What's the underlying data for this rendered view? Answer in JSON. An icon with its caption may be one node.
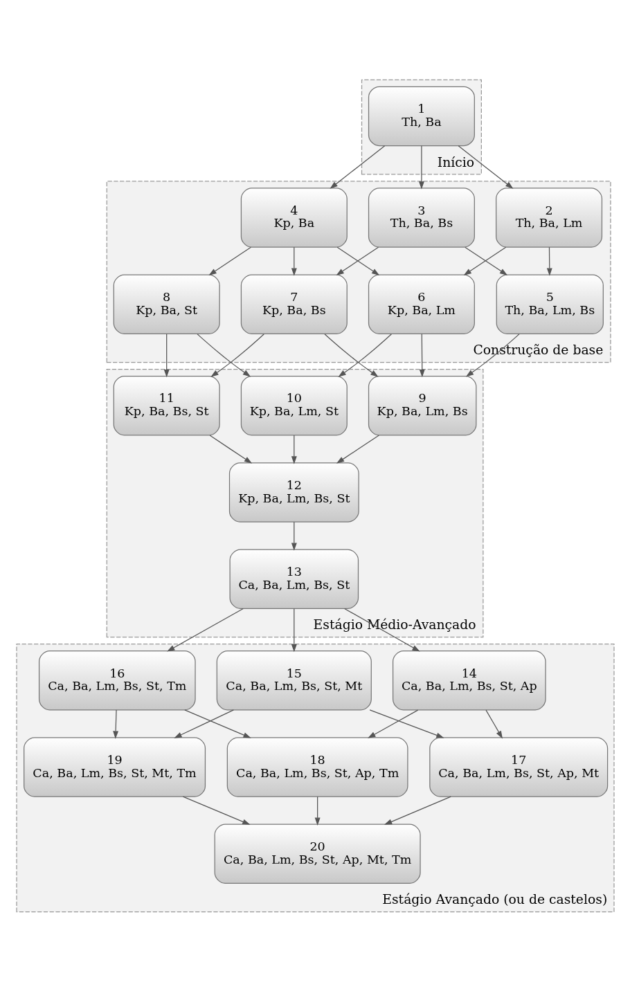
{
  "diagram": {
    "nodes": [
      {
        "text": [
          "Início"
        ]
      },
      {
        "text": [
          "1",
          "Th, Ba"
        ],
        "in": 0
      },
      {
        "text": [
          "Construção de base"
        ]
      },
      {
        "text": [
          "2",
          "Th, Ba, Lm"
        ],
        "in": 2
      },
      {
        "text": [
          "3",
          "Th, Ba, Bs"
        ],
        "in": 2
      },
      {
        "text": [
          "4",
          "Kp, Ba"
        ],
        "in": 2
      },
      {
        "text": [
          "5",
          "Th, Ba, Lm, Bs"
        ],
        "in": 2
      },
      {
        "text": [
          "6",
          "Kp, Ba, Lm"
        ],
        "in": 2
      },
      {
        "text": [
          "7",
          "Kp, Ba, Bs"
        ],
        "in": 2
      },
      {
        "text": [
          "8",
          "Kp, Ba, St"
        ],
        "in": 2
      },
      {
        "text": [
          "Estágio Médio-Avançado"
        ]
      },
      {
        "text": [
          "9",
          "Kp, Ba, Lm, Bs"
        ],
        "in": 10
      },
      {
        "text": [
          "10",
          "Kp, Ba, Lm, St"
        ],
        "in": 10
      },
      {
        "text": [
          "11",
          "Kp, Ba, Bs, St"
        ],
        "in": 10
      },
      {
        "text": [
          "12",
          "Kp, Ba, Lm, Bs, St"
        ],
        "in": 10
      },
      {
        "text": [
          "13",
          "Ca, Ba, Lm, Bs, St"
        ],
        "in": 10
      },
      {
        "text": [
          "Estágio Avançado (ou de castelos)"
        ]
      },
      {
        "text": [
          "14",
          "Ca, Ba, Lm, Bs, St, Ap"
        ],
        "in": 16
      },
      {
        "text": [
          "15",
          "Ca, Ba, Lm, Bs, St, Mt"
        ],
        "in": 16
      },
      {
        "text": [
          "16",
          "Ca, Ba, Lm, Bs, St, Tm"
        ],
        "in": 16
      },
      {
        "text": [
          "17",
          "Ca, Ba, Lm, Bs, St, Ap, Mt"
        ],
        "in": 16
      },
      {
        "text": [
          "18",
          "Ca, Ba, Lm, Bs, St, Ap, Tm"
        ],
        "in": 16
      },
      {
        "text": [
          "19",
          "Ca, Ba, Lm, Bs, St, Mt, Tm"
        ],
        "in": 16
      },
      {
        "text": [
          "20",
          "Ca, Ba, Lm, Bs, St, Ap, Mt, Tm"
        ],
        "in": 16
      }
    ],
    "edges": [
      {
        "from": 1,
        "to": 3,
        "arrow": "to"
      },
      {
        "from": 1,
        "to": 4,
        "arrow": "to"
      },
      {
        "from": 1,
        "to": 5,
        "arrow": "to"
      },
      {
        "from": 3,
        "to": 6,
        "arrow": "to"
      },
      {
        "from": 3,
        "to": 7,
        "arrow": "to"
      },
      {
        "from": 4,
        "to": 6,
        "arrow": "to"
      },
      {
        "from": 4,
        "to": 8,
        "arrow": "to"
      },
      {
        "from": 5,
        "to": 7,
        "arrow": "to"
      },
      {
        "from": 5,
        "to": 8,
        "arrow": "to"
      },
      {
        "from": 5,
        "to": 9,
        "arrow": "to"
      },
      {
        "from": 6,
        "to": 11,
        "arrow": "to"
      },
      {
        "from": 7,
        "to": 11,
        "arrow": "to"
      },
      {
        "from": 7,
        "to": 12,
        "arrow": "to"
      },
      {
        "from": 8,
        "to": 11,
        "arrow": "to"
      },
      {
        "from": 8,
        "to": 13,
        "arrow": "to"
      },
      {
        "from": 9,
        "to": 12,
        "arrow": "to"
      },
      {
        "from": 9,
        "to": 13,
        "arrow": "to"
      },
      {
        "from": 11,
        "to": 14,
        "arrow": "to"
      },
      {
        "from": 12,
        "to": 14,
        "arrow": "to"
      },
      {
        "from": 13,
        "to": 14,
        "arrow": "to"
      },
      {
        "from": 14,
        "to": 15,
        "arrow": "to"
      },
      {
        "from": 15,
        "to": 17,
        "arrow": "to"
      },
      {
        "from": 15,
        "to": 18,
        "arrow": "to"
      },
      {
        "from": 15,
        "to": 19,
        "arrow": "to"
      },
      {
        "from": 17,
        "to": 20,
        "arrow": "to"
      },
      {
        "from": 17,
        "to": 21,
        "arrow": "to"
      },
      {
        "from": 18,
        "to": 20,
        "arrow": "to"
      },
      {
        "from": 18,
        "to": 22,
        "arrow": "to"
      },
      {
        "from": 19,
        "to": 21,
        "arrow": "to"
      },
      {
        "from": 19,
        "to": 22,
        "arrow": "to"
      },
      {
        "from": 20,
        "to": 23,
        "arrow": "to"
      },
      {
        "from": 21,
        "to": 23,
        "arrow": "to"
      },
      {
        "from": 22,
        "to": 23,
        "arrow": "to"
      }
    ]
  }
}
